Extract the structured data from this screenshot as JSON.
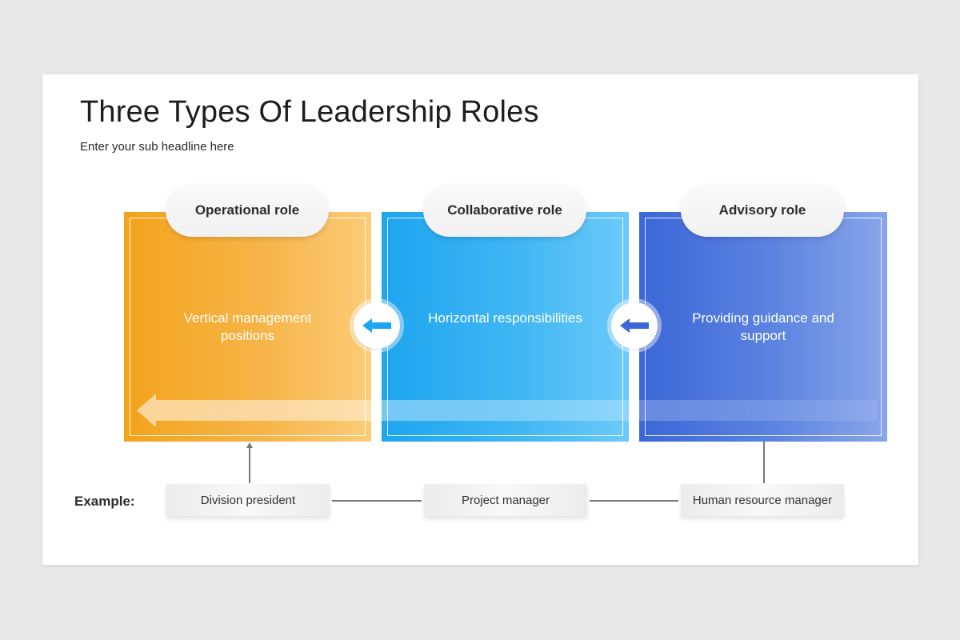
{
  "slide": {
    "title": "Three Types Of Leadership Roles",
    "subtitle": "Enter your sub headline here"
  },
  "roles": [
    {
      "name": "Operational role",
      "description": "Vertical management positions",
      "color": "#f3a31b",
      "example": "Division president"
    },
    {
      "name": "Collaborative role",
      "description": "Horizontal responsibilities",
      "color": "#1da5ef",
      "example": "Project manager"
    },
    {
      "name": "Advisory role",
      "description": "Providing guidance and support",
      "color": "#3b67d7",
      "example": "Human resource manager"
    }
  ],
  "connectors": [
    {
      "icon": "left-arrow-icon",
      "color": "#1da5ef"
    },
    {
      "icon": "left-arrow-icon",
      "color": "#3b67d7"
    }
  ],
  "examples": {
    "label": "Example:"
  }
}
